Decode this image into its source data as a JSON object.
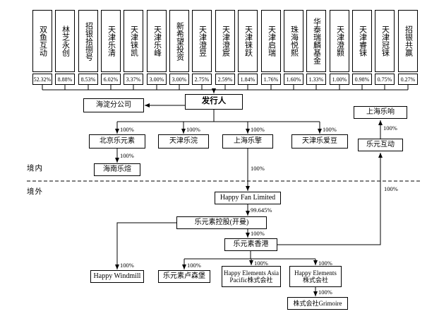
{
  "shareholders": [
    {
      "name": "双鱼互动",
      "pct": "52.32%"
    },
    {
      "name": "林芝永创",
      "pct": "8.88%"
    },
    {
      "name": "招银拾捌号",
      "pct": "8.53%"
    },
    {
      "name": "天津乐清",
      "pct": "6.02%"
    },
    {
      "name": "天津铼凯",
      "pct": "3.37%"
    },
    {
      "name": "天津乐峰",
      "pct": "3.00%"
    },
    {
      "name": "新希望投资",
      "pct": "3.00%"
    },
    {
      "name": "天津澄昱",
      "pct": "2.75%"
    },
    {
      "name": "天津澄宸",
      "pct": "2.59%"
    },
    {
      "name": "天津铼跃",
      "pct": "1.84%"
    },
    {
      "name": "天津启瑞",
      "pct": "1.76%"
    },
    {
      "name": "珠海悦熙",
      "pct": "1.60%"
    },
    {
      "name": "华泰瑞麟基金",
      "pct": "1.33%"
    },
    {
      "name": "天津澄颢",
      "pct": "1.00%"
    },
    {
      "name": "天津睿铼",
      "pct": "0.98%"
    },
    {
      "name": "天津冠铼",
      "pct": "0.75%"
    },
    {
      "name": "招银共赢",
      "pct": "0.27%"
    }
  ],
  "nodes": {
    "issuer": "发行人",
    "branch": "海淀分公司",
    "beijing": "北京乐元素",
    "tianjin_lehuan": "天津乐浣",
    "shanghai_leqing": "上海乐擎",
    "tianjin_leaidou": "天津乐爱豆",
    "hainan": "海南乐煊",
    "shanghai_lexiang": "上海乐响",
    "leyuan_hudong": "乐元互动",
    "happy_fan": "Happy Fan Limited",
    "cayman": "乐元素控股(开曼)",
    "hongkong": "乐元素香港",
    "windmill": "Happy Windmill",
    "luxembourg": "乐元素卢森堡",
    "asia_pacific": "Happy Elements Asia Pacific株式会社",
    "kabushiki": "Happy Elements株式会社",
    "grimoire": "株式会社Grimoire"
  },
  "edges": {
    "beijing": "100%",
    "tianjin_lehuan": "100%",
    "shanghai_leqing": "100%",
    "tianjin_leaidou": "100%",
    "hainan": "100%",
    "happy_fan": "100%",
    "cayman": "99.645%",
    "hongkong": "100%",
    "windmill": "100%",
    "luxembourg": "100%",
    "asia_pacific": "100%",
    "kabushiki": "100%",
    "grimoire": "100%",
    "leyuan_hudong": "100%",
    "shanghai_lexiang": "100%"
  },
  "regions": {
    "domestic": "境内",
    "overseas": "境外"
  }
}
